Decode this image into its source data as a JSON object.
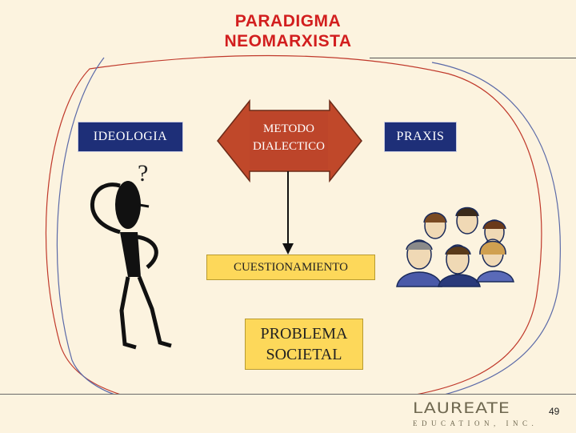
{
  "slide": {
    "title_line1": "PARADIGMA",
    "title_line2": "NEOMARXISTA",
    "page_number": "49"
  },
  "diagram": {
    "ideologia": "IDEOLOGIA",
    "metodo_line1": "METODO",
    "metodo_line2": "DIALECTICO",
    "praxis": "PRAXIS",
    "cuestionamiento": "CUESTIONAMIENTO",
    "problema_line1": "PROBLEMA",
    "problema_line2": "SOCIETAL",
    "question_mark": "?"
  },
  "logo": {
    "word": "LAUREATE",
    "sub": "EDUCATION, INC."
  },
  "colors": {
    "background": "#fcf3df",
    "title": "#d21e1e",
    "blue_box": "#1e2f78",
    "arrow_fill": "#c0482a",
    "yellow_box": "#fdd85a",
    "loop_outline": "#c0392b"
  }
}
